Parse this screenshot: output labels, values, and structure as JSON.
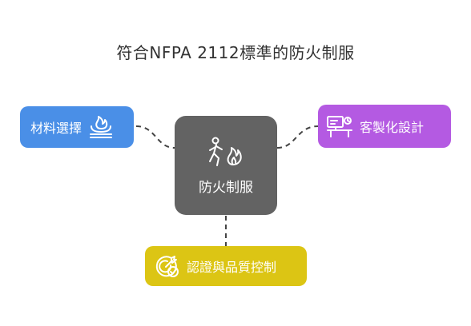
{
  "title": "符合NFPA 2112標準的防火制服",
  "center": {
    "label": "防火制服",
    "icon": "running-person-fire-icon"
  },
  "branches": {
    "materials": {
      "label": "材料選擇",
      "icon": "fire-resistant-fabric-icon"
    },
    "custom": {
      "label": "客製化設計",
      "icon": "design-workstation-icon"
    },
    "quality": {
      "label": "認證與品質控制",
      "icon": "target-check-icon"
    }
  },
  "colors": {
    "center": "#636363",
    "materials": "#4a8fe7",
    "custom": "#b45ae2",
    "quality": "#dcc514",
    "connector": "#444444"
  }
}
